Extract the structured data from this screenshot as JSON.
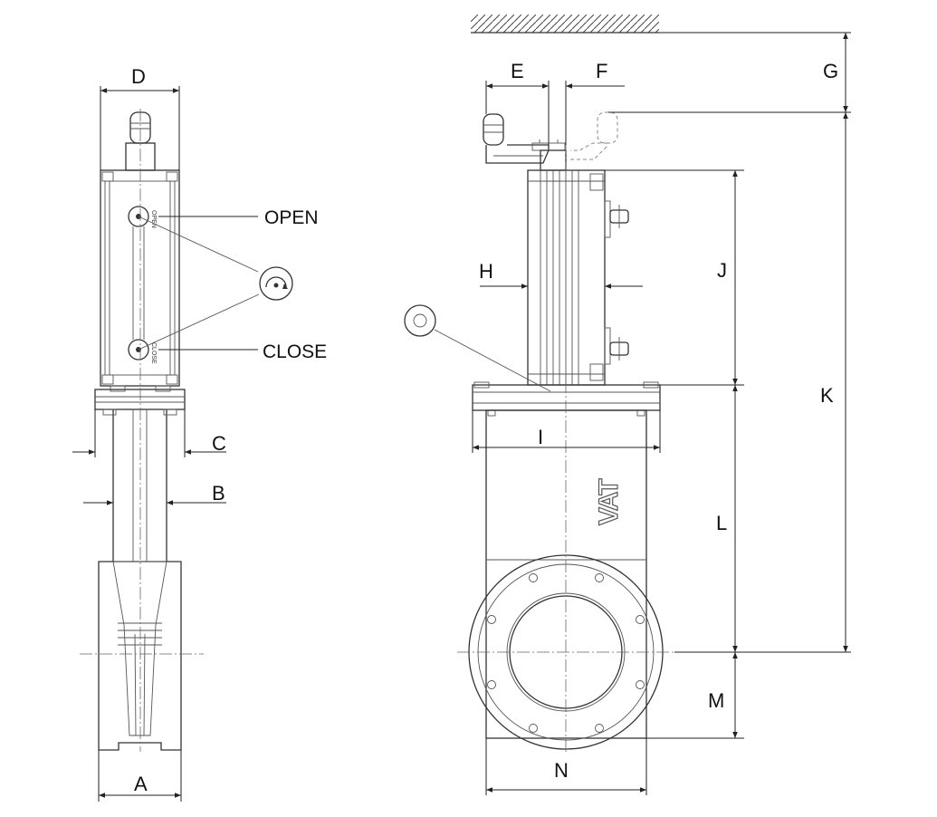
{
  "labels": {
    "A": "A",
    "B": "B",
    "C": "C",
    "D": "D",
    "E": "E",
    "F": "F",
    "G": "G",
    "H": "H",
    "I": "I",
    "J": "J",
    "K": "K",
    "L": "L",
    "M": "M",
    "N": "N",
    "open": "OPEN",
    "close": "CLOSE"
  },
  "brand": "VAT"
}
